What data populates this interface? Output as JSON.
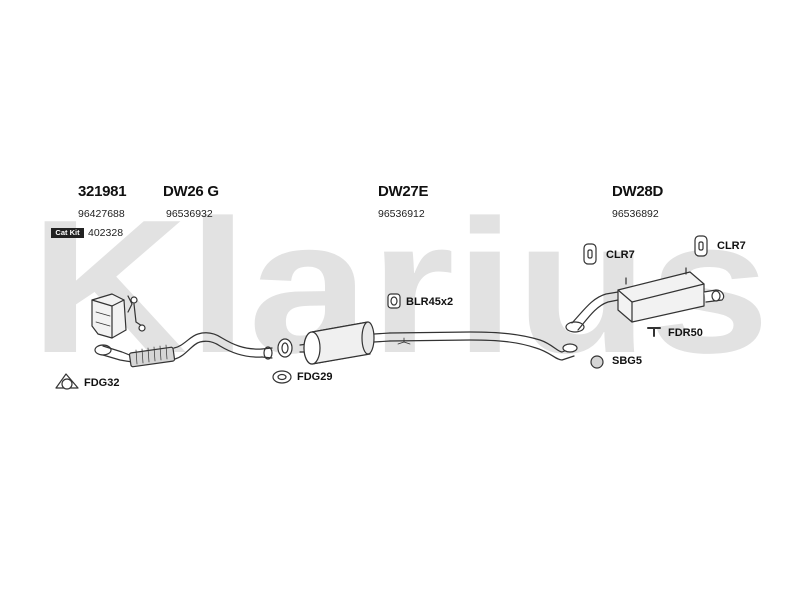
{
  "watermark": {
    "text": "Klarius",
    "color": "#e0e0e0"
  },
  "sections": [
    {
      "code": "321981",
      "part_number": "96427688",
      "catkit_badge": "Cat Kit",
      "catkit_number": "402328"
    },
    {
      "code": "DW26 G",
      "part_number": "96536932"
    },
    {
      "code": "DW27E",
      "part_number": "96536912"
    },
    {
      "code": "DW28D",
      "part_number": "96536892"
    }
  ],
  "accessories": {
    "fdg32": "FDG32",
    "fdg29": "FDG29",
    "blr": "BLR45x2",
    "clr7_a": "CLR7",
    "clr7_b": "CLR7",
    "fdr50": "FDR50",
    "sbg5": "SBG5"
  },
  "colors": {
    "line": "#333333",
    "fill_light": "#f2f2f2",
    "fill_mid": "#d6d6d6"
  }
}
